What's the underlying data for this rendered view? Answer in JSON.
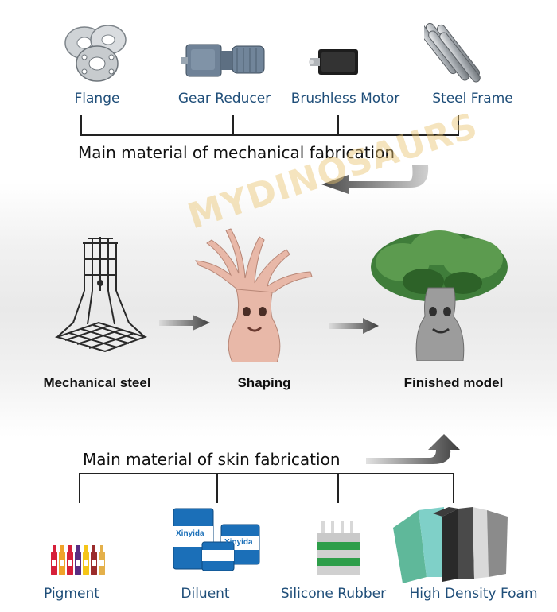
{
  "top_materials": [
    {
      "label": "Flange",
      "icon": "flange-icon"
    },
    {
      "label": "Gear Reducer",
      "icon": "gear-reducer-icon"
    },
    {
      "label": "Brushless Motor",
      "icon": "brushless-motor-icon"
    },
    {
      "label": "Steel Frame",
      "icon": "steel-frame-icon"
    }
  ],
  "top_heading": "Main material of mechanical fabrication",
  "stages": [
    {
      "label": "Mechanical steel",
      "icon": "steel-frame-tree-icon"
    },
    {
      "label": "Shaping",
      "icon": "sculpted-tree-icon"
    },
    {
      "label": "Finished model",
      "icon": "finished-tree-icon"
    }
  ],
  "watermark": "MYDINOSAURS",
  "bottom_heading": "Main material of skin fabrication",
  "bottom_materials": [
    {
      "label": "Pigment",
      "icon": "pigment-bottles-icon"
    },
    {
      "label": "Diluent",
      "icon": "diluent-cans-icon",
      "can_brand": "Xinyida"
    },
    {
      "label": "Silicone Rubber",
      "icon": "silicone-tubes-icon"
    },
    {
      "label": "High Density Foam",
      "icon": "foam-blocks-icon"
    }
  ],
  "colors": {
    "label_blue": "#1f4e79",
    "arrow_gray": "#555555",
    "watermark": "#e8c46e"
  }
}
